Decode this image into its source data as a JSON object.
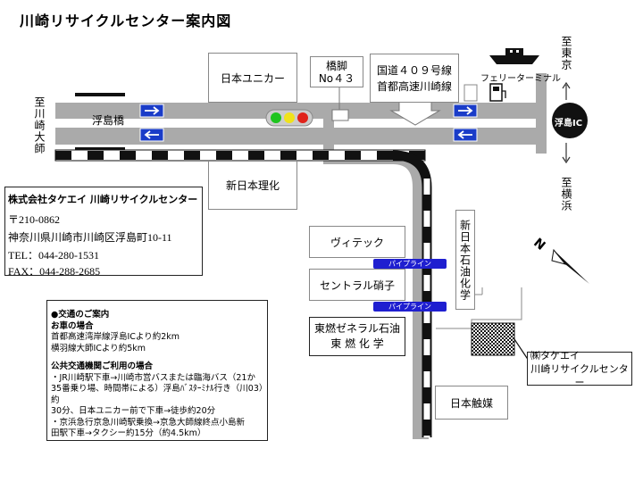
{
  "title": "川崎リサイクルセンター案内図",
  "colors": {
    "road": "#aaaaaa",
    "rail_dark": "#111111",
    "arrow_blue": "#1a3cc8",
    "pipeline": "#1f1fd0"
  },
  "labels": {
    "nihon_unicar": "日本ユニカー",
    "bridge_pier_line1": "橋脚",
    "bridge_pier_line2": "No４３",
    "route409": "国道４０９号線",
    "shuto_kawasaki": "首都高速川崎線",
    "ferry_terminal": "フェリーターミナル",
    "to_tokyo": "至東京",
    "to_yokohama": "至横浜",
    "to_kawasaki_daishi": "至川崎大師",
    "ukishima_bridge": "浮島橋",
    "ukishima_ic": "浮島IC",
    "shin_nihon_rika": "新日本理化",
    "shin_nihon_sekiyu": "新日本石油化学",
    "vitec": "ヴィテック",
    "central_glass": "セントラル硝子",
    "tonen_line1": "東燃ゼネラル石油",
    "tonen_line2": "東 燃 化 学",
    "nihon_shokubai": "日本触媒",
    "pipeline1": "パイプライン",
    "pipeline2": "パイプライン",
    "site_line1": "㈱タケエイ",
    "site_line2": "川崎リサイクルセンター",
    "compass_n": "N"
  },
  "company": {
    "name": "株式会社タケエイ 川崎リサイクルセンター",
    "postal": "〒210-0862",
    "address": "神奈川県川崎市川崎区浮島町10-11",
    "tel": "TEL：044-280-1531",
    "fax": "FAX：044-288-2685"
  },
  "access": {
    "heading": "●交通のご案内",
    "car_heading": "お車の場合",
    "car_line1": "首都高速湾岸線浮島ICより約2km",
    "car_line2": "横羽線大師ICより約5km",
    "transit_heading": "公共交通機関ご利用の場合",
    "transit_line1": "・JR川崎駅下車→川崎市営バスまたは臨海バス（21か",
    "transit_line2": "35番乗り場、時間帯による）浮島ﾊﾞｽﾀｰﾐﾅﾙ行き（川03）約",
    "transit_line3": "30分、日本ユニカー前で下車→徒歩約20分",
    "transit_line4": "・京浜急行京急川崎駅乗換→京急大師線終点小島新",
    "transit_line5": "田駅下車→タクシー約15分（約4.5km）"
  },
  "traffic_light": [
    "green",
    "yellow",
    "red"
  ]
}
